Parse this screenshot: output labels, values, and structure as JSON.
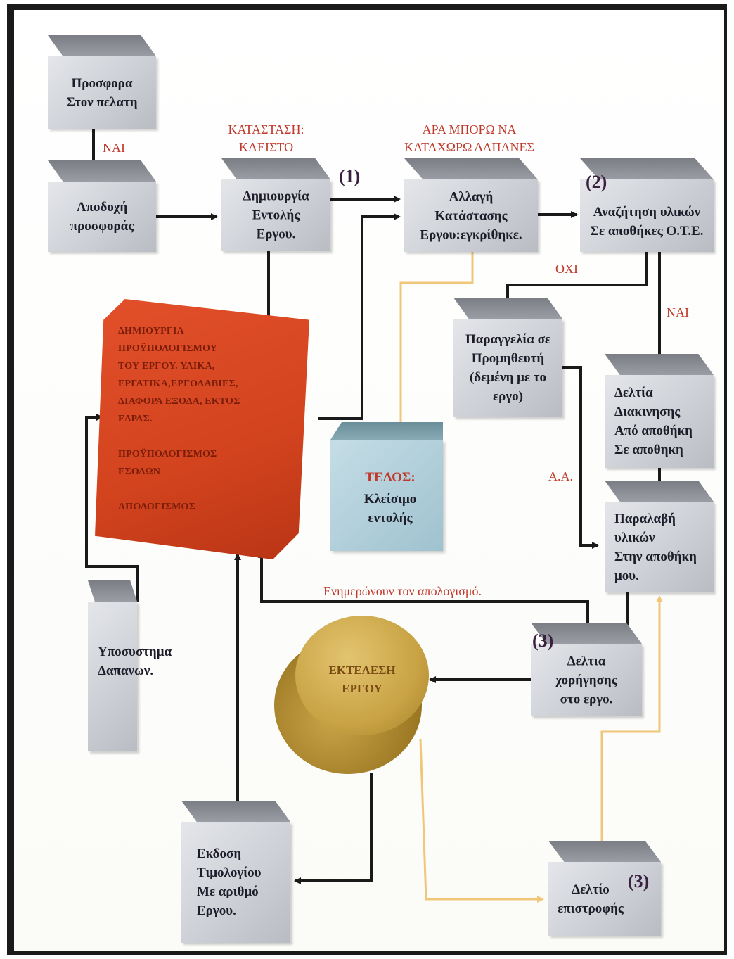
{
  "colors": {
    "arrow_black": "#1a1a1a",
    "arrow_tan": "#f0c77a",
    "label_red": "#c0392b",
    "panel_orange": "#d2431e",
    "box_gray": "#cdd0d6",
    "box_cyan": "#9fc2cf",
    "cylinder_gold": "#c9a344"
  },
  "boxes": {
    "offer": "Προσφορα\nΣτον πελατη",
    "acceptance": "Αποδοχή\nπροσφοράς",
    "create_order": "Δημιουργία\nΕντολής\nΕργου.",
    "change_status": "Αλλαγή\nΚατάστασης\nΕργου:εγκρίθηκε.",
    "search_materials": "Αναζήτηση υλικών\nΣε αποθήκες Ο.Τ.Ε.",
    "supplier_order": "Παραγγελία σε\nΠρομηθευτή\n(δεμένη με το\nεργο)",
    "transfer_slips": "Δελτία\nΔιακινησης\nΑπό αποθήκη\nΣε αποθηκη",
    "receive_materials": "Παραλαβή\nυλικών\nΣτην αποθήκη\nμου.",
    "issue_slips": "Δελτια\nχορήγησης\nστο εργο.",
    "expenses_subsystem": "Υποσυστημα\nΔαπανων.",
    "invoice": "Εκδοση\nΤιμολογίου\nΜε αριθμό\nΕργου.",
    "return_slip": "Δελτίο\nεπιστροφής"
  },
  "end_box": {
    "title": "ΤΕΛΟΣ:",
    "text": "Κλείσιμο\nεντολής"
  },
  "orange_panel": {
    "text": "ΔΗΜΙΟΥΡΓΙΑ\nΠΡΟΫΠΟΛΟΓΙΣΜΟΥ\nΤΟΥ ΕΡΓΟΥ. ΥΛΙΚΑ,\nΕΡΓΑΤΙΚΑ,ΕΡΓΟΛΑΒΙΕΣ,\nΔΙΑΦΟΡΑ ΕΞΟΔΑ, ΕΚΤΟΣ\nΕΔΡΑΣ.\n\nΠΡΟΫΠΟΛΟΓΙΣΜΟΣ\nΕΣΟΔΩΝ\n\nΑΠΟΛΟΓΙΣΜΟΣ"
  },
  "cylinder": {
    "text": "ΕΚΤΕΛΕΣΗ\nΕΡΓΟΥ"
  },
  "labels": {
    "nai_top": "ΝΑΙ",
    "status_closed": "ΚΑΤΑΣΤΑΣΗ:\nΚΛΕΙΣΤΟ",
    "can_register": "ΑΡΑ ΜΠΟΡΩ ΝΑ\nΚΑΤΑΧΩΡΩ ΔΑΠΑΝΕΣ",
    "oxi": "ΟΧΙ",
    "nai_right": "ΝΑΙ",
    "aa": "Α.Α.",
    "update_budget": "Ενημερώνουν τον απολογισμό."
  },
  "numbers": {
    "n1": "(1)",
    "n2": "(2)",
    "n3a": "(3)",
    "n3b": "(3)"
  }
}
